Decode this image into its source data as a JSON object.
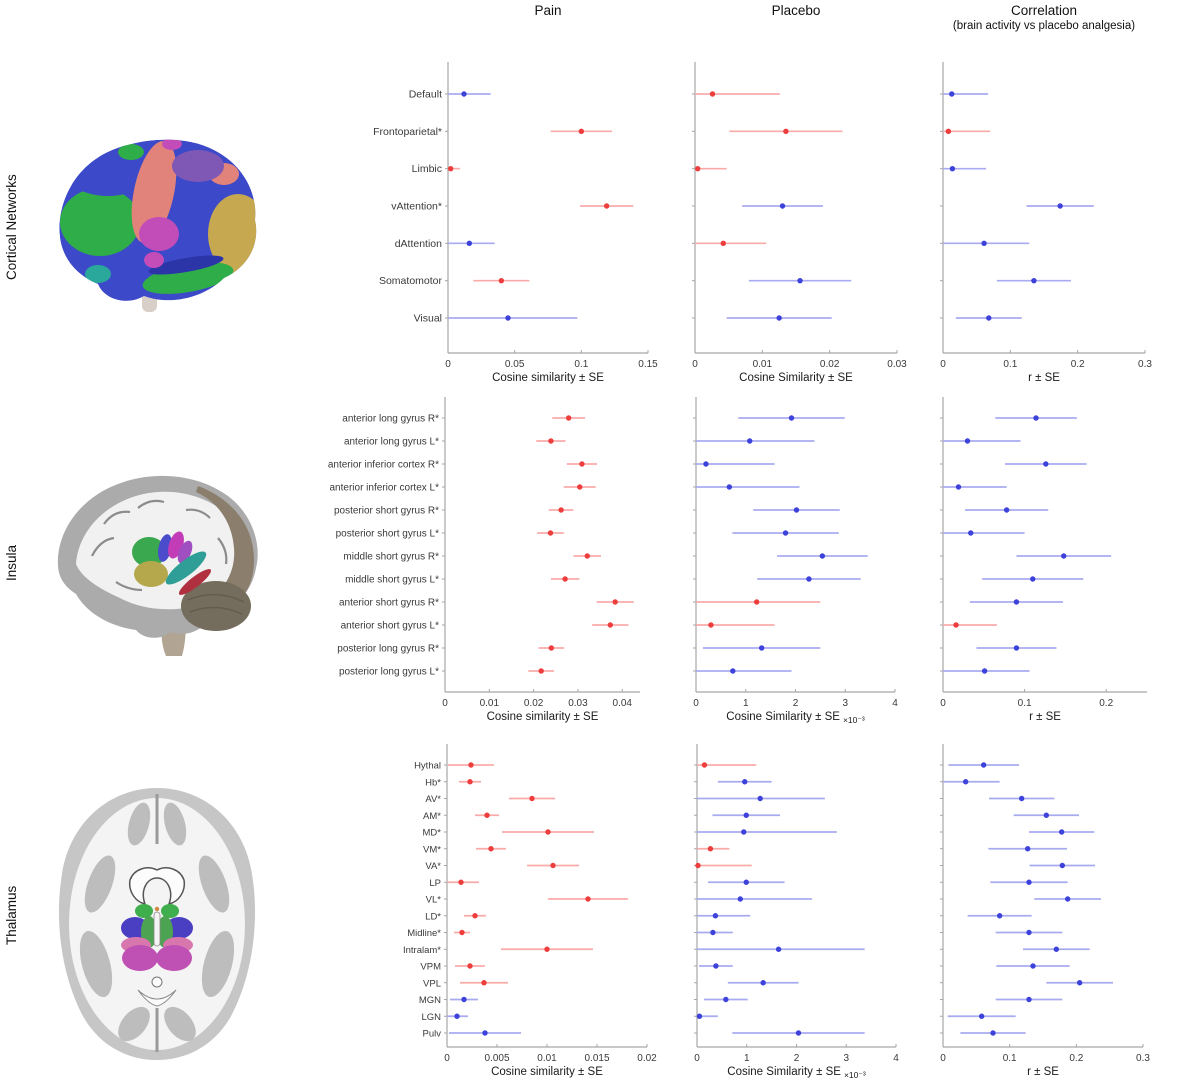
{
  "figure": {
    "column_headers": [
      {
        "title": "Pain"
      },
      {
        "title": "Placebo"
      },
      {
        "title": "Correlation",
        "subtitle": "(brain activity vs placebo analgesia)"
      }
    ],
    "row_labels": [
      "Cortical Networks",
      "Insula",
      "Thalamus"
    ],
    "brain_images": [
      "cortical-networks-lateral-brain",
      "insula-sagittal-brain",
      "thalamus-axial-slice"
    ]
  },
  "colors": {
    "red_marker": "#ee3d3d",
    "red_line": "#f8aba9",
    "blue_marker": "#3d42da",
    "blue_line": "#a8abf0",
    "axis": "#a6a6a6",
    "tick_text": "#3a3a3a",
    "label_text": "#1a1a1a"
  },
  "chart_data": [
    {
      "type": "errorbar",
      "row": "Cortical Networks",
      "categories": [
        "Default",
        "Frontoparietal*",
        "Limbic",
        "vAttention*",
        "dAttention",
        "Somatomotor",
        "Visual"
      ],
      "panels": [
        {
          "column": "Pain",
          "xlabel": "Cosine similarity ± SE",
          "xlabel_suffix": "",
          "xlim": [
            0,
            0.15
          ],
          "xticks": [
            0,
            0.05,
            0.1,
            0.15
          ],
          "xtick_labels": [
            "0",
            "0.05",
            "0.1",
            "0.15"
          ],
          "values": [
            0.012,
            0.1,
            0.002,
            0.119,
            0.016,
            0.04,
            0.045
          ],
          "se": [
            0.02,
            0.023,
            0.007,
            0.02,
            0.019,
            0.021,
            0.052
          ],
          "colors": [
            "blue",
            "red",
            "red",
            "red",
            "blue",
            "red",
            "blue"
          ]
        },
        {
          "column": "Placebo",
          "xlabel": "Cosine Similarity ± SE",
          "xlabel_suffix": "",
          "xlim": [
            0,
            0.03
          ],
          "xticks": [
            0,
            0.01,
            0.02,
            0.03
          ],
          "xtick_labels": [
            "0",
            "0.01",
            "0.02",
            "0.03"
          ],
          "values": [
            0.0026,
            0.0135,
            0.0004,
            0.013,
            0.0042,
            0.0156,
            0.0125
          ],
          "se": [
            0.01,
            0.0084,
            0.0043,
            0.006,
            0.0064,
            0.0076,
            0.0078
          ],
          "colors": [
            "red",
            "red",
            "red",
            "blue",
            "red",
            "blue",
            "blue"
          ]
        },
        {
          "column": "Correlation",
          "xlabel": "r ± SE",
          "xlabel_suffix": "",
          "xlim": [
            0,
            0.3
          ],
          "xticks": [
            0,
            0.1,
            0.2,
            0.3
          ],
          "xtick_labels": [
            "0",
            "0.1",
            "0.2",
            "0.3"
          ],
          "values": [
            0.013,
            0.008,
            0.014,
            0.174,
            0.061,
            0.135,
            0.068
          ],
          "se": [
            0.054,
            0.062,
            0.05,
            0.05,
            0.067,
            0.055,
            0.049
          ],
          "colors": [
            "blue",
            "red",
            "blue",
            "blue",
            "blue",
            "blue",
            "blue"
          ]
        }
      ]
    },
    {
      "type": "errorbar",
      "row": "Insula",
      "categories": [
        "anterior long gyrus R*",
        "anterior long gyrus L*",
        "anterior inferior cortex R*",
        "anterior inferior cortex L*",
        "posterior short gyrus R*",
        "posterior short gyrus L*",
        "middle short gyrus R*",
        "middle short gyrus L*",
        "anterior short gyrus R*",
        "anterior short gyrus L*",
        "posterior long gyrus R*",
        "posterior long gyrus L*"
      ],
      "panels": [
        {
          "column": "Pain",
          "xlabel": "Cosine similarity ± SE",
          "xlabel_suffix": "",
          "xlim": [
            0,
            0.044
          ],
          "xticks": [
            0,
            0.01,
            0.02,
            0.03,
            0.04
          ],
          "xtick_labels": [
            "0",
            "0.01",
            "0.02",
            "0.03",
            "0.04"
          ],
          "values": [
            0.0279,
            0.0239,
            0.0309,
            0.0304,
            0.0262,
            0.0238,
            0.0321,
            0.0271,
            0.0384,
            0.0373,
            0.024,
            0.0217
          ],
          "se": [
            0.0037,
            0.0033,
            0.0034,
            0.0036,
            0.0028,
            0.003,
            0.0031,
            0.0032,
            0.0042,
            0.0041,
            0.0029,
            0.0029
          ],
          "colors": [
            "red",
            "red",
            "red",
            "red",
            "red",
            "red",
            "red",
            "red",
            "red",
            "red",
            "red",
            "red"
          ]
        },
        {
          "column": "Placebo",
          "xlabel": "Cosine Similarity ± SE",
          "xlabel_suffix": "×10⁻³",
          "xlim": [
            0,
            4
          ],
          "xticks": [
            0,
            1,
            2,
            3,
            4
          ],
          "xtick_labels": [
            "0",
            "1",
            "2",
            "3",
            "4"
          ],
          "values": [
            1.92,
            1.08,
            0.2,
            0.67,
            2.02,
            1.8,
            2.54,
            2.27,
            1.22,
            0.3,
            1.32,
            0.74
          ],
          "se": [
            1.07,
            1.3,
            1.38,
            1.41,
            0.87,
            1.07,
            0.91,
            1.04,
            1.28,
            1.28,
            1.18,
            1.18
          ],
          "colors": [
            "blue",
            "blue",
            "blue",
            "blue",
            "blue",
            "blue",
            "blue",
            "blue",
            "red",
            "red",
            "blue",
            "blue"
          ]
        },
        {
          "column": "Correlation",
          "xlabel": "r ± SE",
          "xlabel_suffix": "",
          "xlim": [
            0,
            0.25
          ],
          "xticks": [
            0,
            0.1,
            0.2
          ],
          "xtick_labels": [
            "0",
            "0.1",
            "0.2"
          ],
          "values": [
            0.114,
            0.03,
            0.126,
            0.019,
            0.078,
            0.034,
            0.148,
            0.11,
            0.09,
            0.016,
            0.09,
            0.051
          ],
          "se": [
            0.05,
            0.065,
            0.05,
            0.059,
            0.051,
            0.066,
            0.058,
            0.062,
            0.057,
            0.05,
            0.049,
            0.055
          ],
          "colors": [
            "blue",
            "blue",
            "blue",
            "blue",
            "blue",
            "blue",
            "blue",
            "blue",
            "blue",
            "red",
            "blue",
            "blue"
          ]
        }
      ]
    },
    {
      "type": "errorbar",
      "row": "Thalamus",
      "categories": [
        "Hythal",
        "Hb*",
        "AV*",
        "AM*",
        "MD*",
        "VM*",
        "VA*",
        "LP",
        "VL*",
        "LD*",
        "Midline*",
        "Intralam*",
        "VPM",
        "VPL",
        "MGN",
        "LGN",
        "Pulv"
      ],
      "panels": [
        {
          "column": "Pain",
          "xlabel": "Cosine similarity ± SE",
          "xlabel_suffix": "",
          "xlim": [
            0,
            0.02
          ],
          "xticks": [
            0,
            0.005,
            0.01,
            0.015,
            0.02
          ],
          "xtick_labels": [
            "0",
            "0.005",
            "0.01",
            "0.015",
            "0.02"
          ],
          "values": [
            0.0024,
            0.0023,
            0.0085,
            0.004,
            0.0101,
            0.0044,
            0.0106,
            0.0014,
            0.0141,
            0.0028,
            0.0015,
            0.01,
            0.0023,
            0.0037,
            0.0017,
            0.001,
            0.0038
          ],
          "se": [
            0.0023,
            0.0011,
            0.0023,
            0.0012,
            0.0046,
            0.0015,
            0.0026,
            0.0018,
            0.004,
            0.0011,
            0.0008,
            0.0046,
            0.0015,
            0.0024,
            0.0014,
            0.0011,
            0.0036
          ],
          "colors": [
            "red",
            "red",
            "red",
            "red",
            "red",
            "red",
            "red",
            "red",
            "red",
            "red",
            "red",
            "red",
            "red",
            "red",
            "blue",
            "blue",
            "blue"
          ]
        },
        {
          "column": "Placebo",
          "xlabel": "Cosine Similarity ± SE",
          "xlabel_suffix": "×10⁻³",
          "xlim": [
            0,
            4
          ],
          "xticks": [
            0,
            1,
            2,
            3,
            4
          ],
          "xtick_labels": [
            "0",
            "1",
            "2",
            "3",
            "4"
          ],
          "values": [
            0.15,
            0.96,
            1.27,
            0.99,
            0.94,
            0.27,
            0.02,
            0.99,
            0.87,
            0.37,
            0.32,
            1.64,
            0.38,
            1.33,
            0.58,
            0.05,
            2.04
          ],
          "se": [
            1.04,
            0.54,
            1.3,
            0.68,
            1.87,
            0.38,
            1.08,
            0.77,
            1.44,
            0.7,
            0.4,
            1.73,
            0.34,
            0.71,
            0.44,
            0.37,
            1.33
          ],
          "colors": [
            "red",
            "blue",
            "blue",
            "blue",
            "blue",
            "red",
            "red",
            "blue",
            "blue",
            "blue",
            "blue",
            "blue",
            "blue",
            "blue",
            "blue",
            "blue",
            "blue"
          ]
        },
        {
          "column": "Correlation",
          "xlabel": "r ± SE",
          "xlabel_suffix": "",
          "xlim": [
            0,
            0.3
          ],
          "xticks": [
            0,
            0.1,
            0.2,
            0.3
          ],
          "xtick_labels": [
            "0",
            "0.1",
            "0.2",
            "0.3"
          ],
          "values": [
            0.061,
            0.034,
            0.118,
            0.155,
            0.178,
            0.127,
            0.179,
            0.129,
            0.187,
            0.085,
            0.129,
            0.17,
            0.135,
            0.205,
            0.129,
            0.058,
            0.075
          ],
          "se": [
            0.053,
            0.051,
            0.049,
            0.049,
            0.049,
            0.059,
            0.049,
            0.058,
            0.05,
            0.048,
            0.05,
            0.05,
            0.055,
            0.05,
            0.05,
            0.051,
            0.049
          ],
          "colors": [
            "blue",
            "blue",
            "blue",
            "blue",
            "blue",
            "blue",
            "blue",
            "blue",
            "blue",
            "blue",
            "blue",
            "blue",
            "blue",
            "blue",
            "blue",
            "blue",
            "blue"
          ]
        }
      ]
    }
  ]
}
